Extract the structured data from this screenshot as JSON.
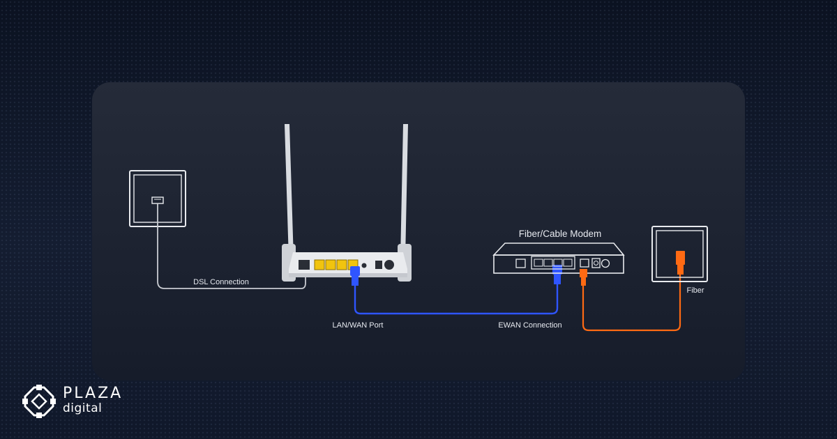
{
  "diagram": {
    "labels": {
      "dsl_connection": "DSL Connection",
      "lan_wan_port": "LAN/WAN Port",
      "modem_title": "Fiber/Cable Modem",
      "ewan_connection": "EWAN Connection",
      "fiber": "Fiber"
    },
    "colors": {
      "blue_cable": "#2f55ff",
      "orange_cable": "#ff6a13",
      "gray_cable": "#c9ccd2",
      "router_ports": "#f1c40f"
    }
  },
  "brand": {
    "name": "PLAZA",
    "sub": "digital",
    "icon": "plaza-digital-logo-icon"
  }
}
